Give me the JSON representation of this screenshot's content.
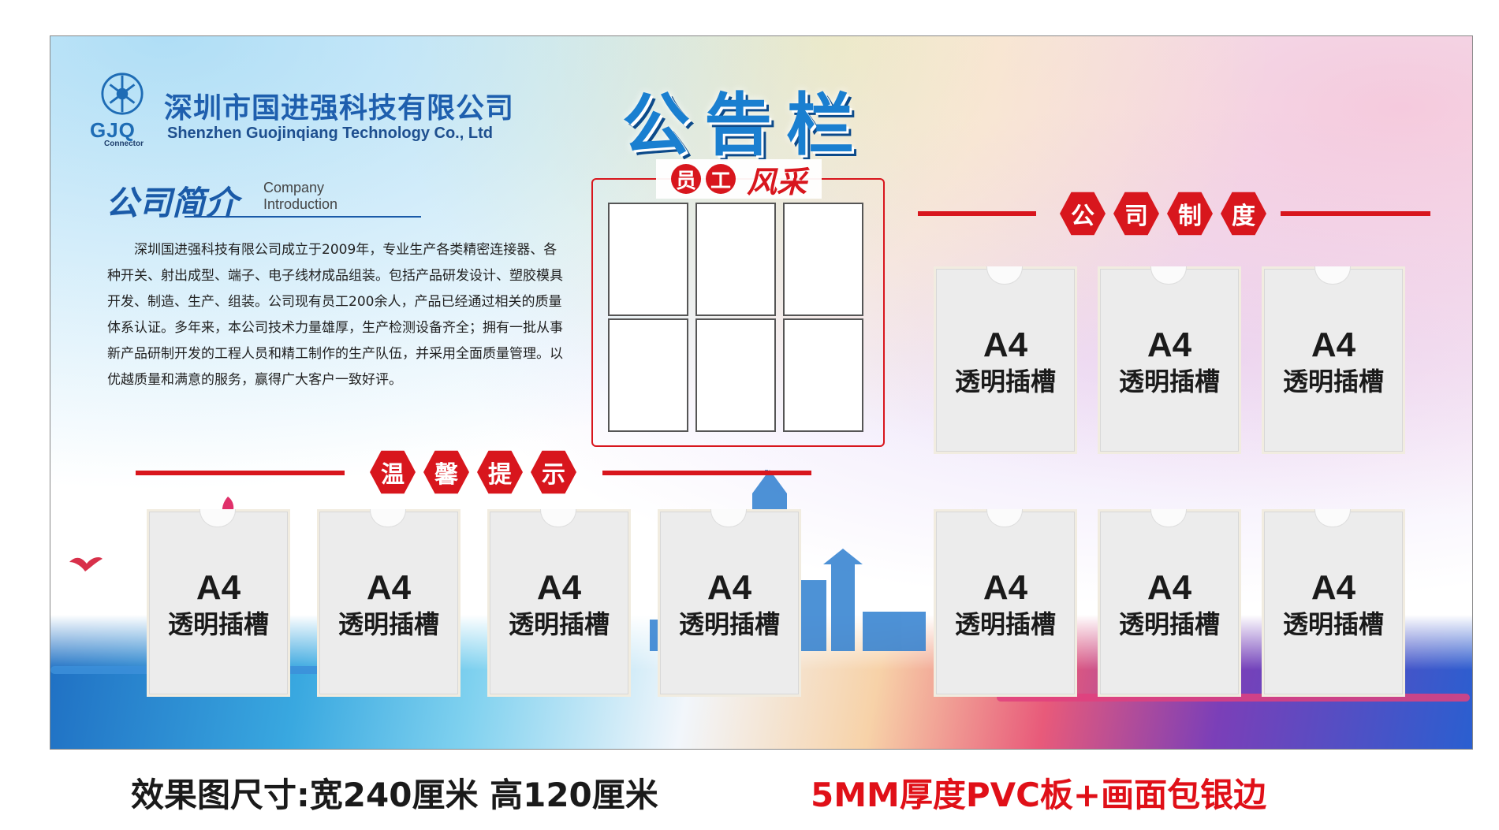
{
  "company": {
    "logo_letters": "GJQ",
    "logo_sub": "Connector",
    "name_cn": "深圳市国进强科技有限公司",
    "name_en": "Shenzhen Guojinqiang Technology Co., Ltd"
  },
  "title": "公告栏",
  "intro": {
    "heading_cn": "公司简介",
    "heading_en_1": "Company",
    "heading_en_2": "Introduction",
    "body": "深圳国进强科技有限公司成立于2009年，专业生产各类精密连接器、各种开关、射出成型、端子、电子线材成品组装。包括产品研发设计、塑胶模具开发、制造、生产、组装。公司现有员工200余人，产品已经通过相关的质量体系认证。多年来，本公司技术力量雄厚，生产检测设备齐全；拥有一批从事新产品研制开发的工程人员和精工制作的生产队伍，并采用全面质量管理。以优越质量和满意的服务，赢得广大客户一致好评。"
  },
  "staff": {
    "char1": "员",
    "char2": "工",
    "script": "风采",
    "photo_count": 6
  },
  "rules": {
    "chars": [
      "公",
      "司",
      "制",
      "度"
    ]
  },
  "tips": {
    "chars": [
      "温",
      "馨",
      "提",
      "示"
    ]
  },
  "slot": {
    "label": "A4",
    "sub": "透明插槽"
  },
  "footer": {
    "size": "效果图尺寸:宽240厘米  高120厘米",
    "material": "5MM厚度PVC板+画面包银边"
  },
  "colors": {
    "accent_red": "#d8161d",
    "brand_blue": "#1e5fae"
  }
}
